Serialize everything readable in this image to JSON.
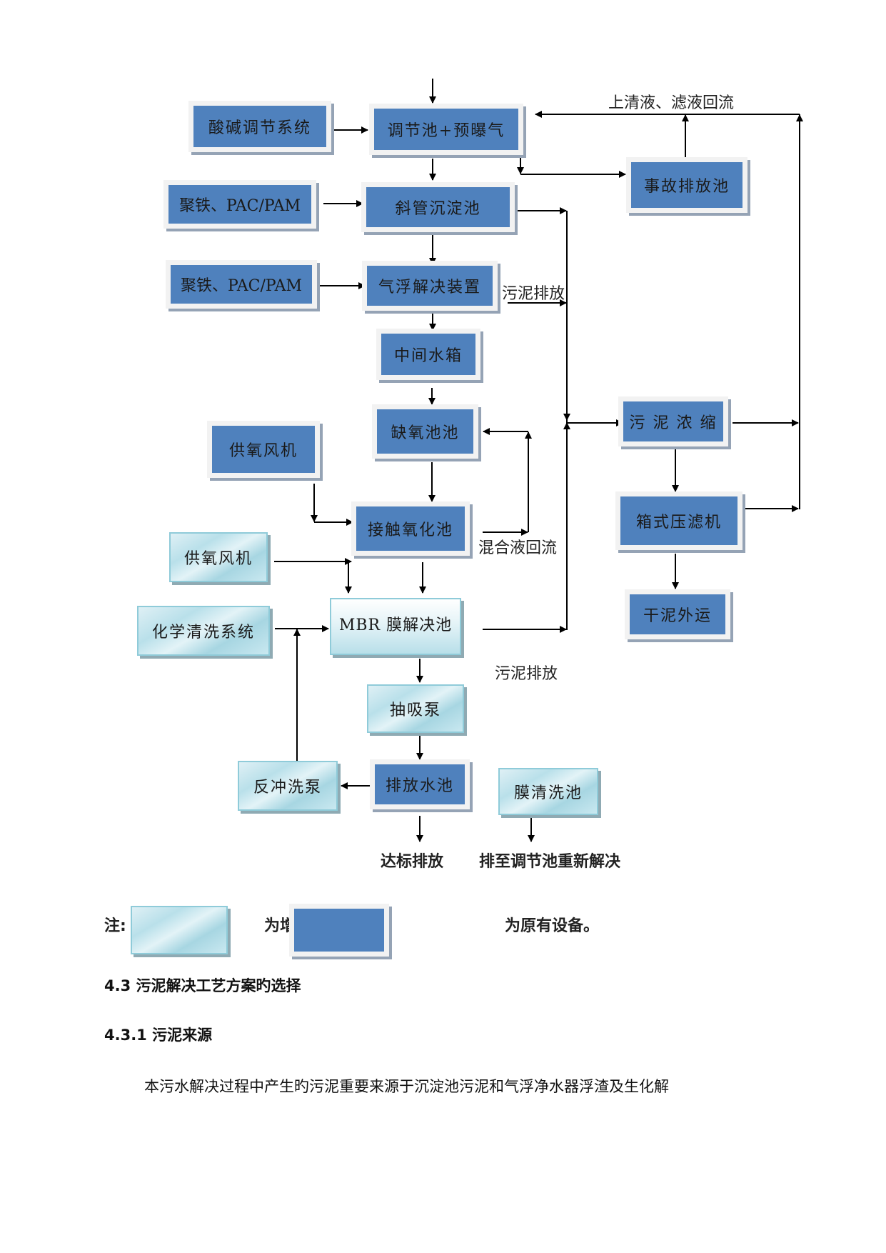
{
  "diagram": {
    "boxes": {
      "acid_base": "酸碱调节系统",
      "equalization": "调节池+预曝气",
      "accident_pool": "事故排放池",
      "coag1": "聚铁、PAC/PAM",
      "inclined_settler": "斜管沉淀池",
      "coag2": "聚铁、PAC/PAM",
      "air_flotation": "气浮解决装置",
      "middle_tank": "中间水箱",
      "anoxic": "缺氧池池",
      "blower1": "供氧风机",
      "contact_oxidation": "接触氧化池",
      "blower2": "供氧风机",
      "chem_clean": "化学清洗系统",
      "mbr": "MBR 膜解决池",
      "suction_pump": "抽吸泵",
      "backwash_pump": "反冲洗泵",
      "discharge_pool": "排放水池",
      "membrane_clean": "膜清洗池",
      "sludge_thicken": "污 泥 浓 缩",
      "filter_press": "箱式压滤机",
      "dry_sludge": "干泥外运"
    },
    "labels": {
      "supernatant_return": "上清液、滤液回流",
      "sludge_discharge_1": "污泥排放",
      "mixed_liquor_return": "混合液回流",
      "sludge_discharge_2": "污泥排放",
      "compliant_discharge": "达标排放",
      "back_to_equalization": "排至调节池重新解决"
    }
  },
  "legend": {
    "note_prefix": "注:",
    "new_equipment": "为增长设备,",
    "existing_equipment": "为原有设备。",
    "colors": {
      "existing": "#4f81bd",
      "new": "#b9e0ea"
    }
  },
  "sections": {
    "heading_4_3": "4.3 污泥解决工艺方案旳选择",
    "heading_4_3_1": "4.3.1 污泥来源",
    "paragraph": "本污水解决过程中产生旳污泥重要来源于沉淀池污泥和气浮净水器浮渣及生化解"
  }
}
